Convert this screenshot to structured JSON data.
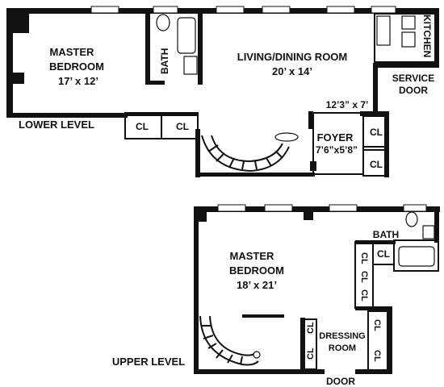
{
  "lower_level": {
    "level_label": "LOWER LEVEL",
    "master_bedroom": {
      "name_line1": "MASTER",
      "name_line2": "BEDROOM",
      "size": "17’ x 12’"
    },
    "bath": "BATH",
    "living_dining": {
      "name": "LIVING/DINING ROOM",
      "size": "20’ x 14’"
    },
    "kitchen": "KITCHEN",
    "service_door": {
      "line1": "SERVICE",
      "line2": "DOOR"
    },
    "hall_size": "12’3” x 7’",
    "foyer": {
      "name": "FOYER",
      "size": "7’6”x5’8”"
    },
    "closets": [
      "CL",
      "CL",
      "CL",
      "CL"
    ]
  },
  "upper_level": {
    "level_label": "UPPER LEVEL",
    "master_bedroom": {
      "name_line1": "MASTER",
      "name_line2": "BEDROOM",
      "size": "18’ x 21’"
    },
    "bath": "BATH",
    "dressing_room": {
      "line1": "DRESSING",
      "line2": "ROOM"
    },
    "door": "DOOR",
    "closets": [
      "CL",
      "CL",
      "CL",
      "CL",
      "CL",
      "CL",
      "CL",
      "CL"
    ]
  }
}
